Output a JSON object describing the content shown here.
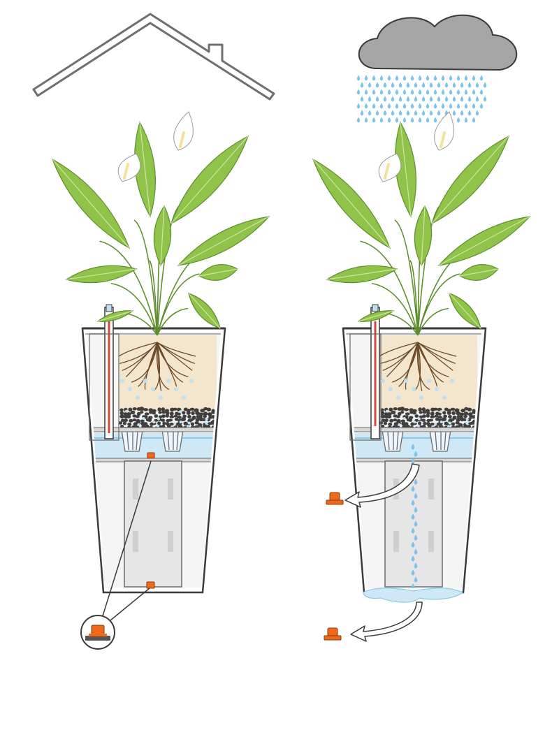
{
  "colors": {
    "background": "#ffffff",
    "outline": "#3a3a3a",
    "roof": "#6f6f6f",
    "cloud": "#a6a6a6",
    "rain": "#7fc4e8",
    "leaf": "#8fc349",
    "leaf_dark": "#5e8e2c",
    "leaf_vein": "#cfe6a4",
    "flower": "#ffffff",
    "spadix": "#f3e39a",
    "soil": "#f3e6cc",
    "roots": "#6b4a2a",
    "gravel": "#3f3f3f",
    "water": "#cfe8f6",
    "water_line": "#8cc9ea",
    "pot_inner": "#d8d8d8",
    "tube": "#e6e6e6",
    "plug": "#ee6a1a",
    "indicator_red": "#d24a3a"
  },
  "panels": [
    {
      "id": "indoor",
      "scene": "house-roof",
      "drain_plug": "inserted"
    },
    {
      "id": "outdoor",
      "scene": "rain-cloud",
      "drain_plug": "removed"
    }
  ],
  "icons": [
    "house-roof-icon",
    "rain-cloud-icon",
    "raindrop-icon",
    "plant-icon",
    "water-level-indicator-icon",
    "drain-plug-icon",
    "curved-arrow-icon",
    "magnifier-circle-icon"
  ]
}
